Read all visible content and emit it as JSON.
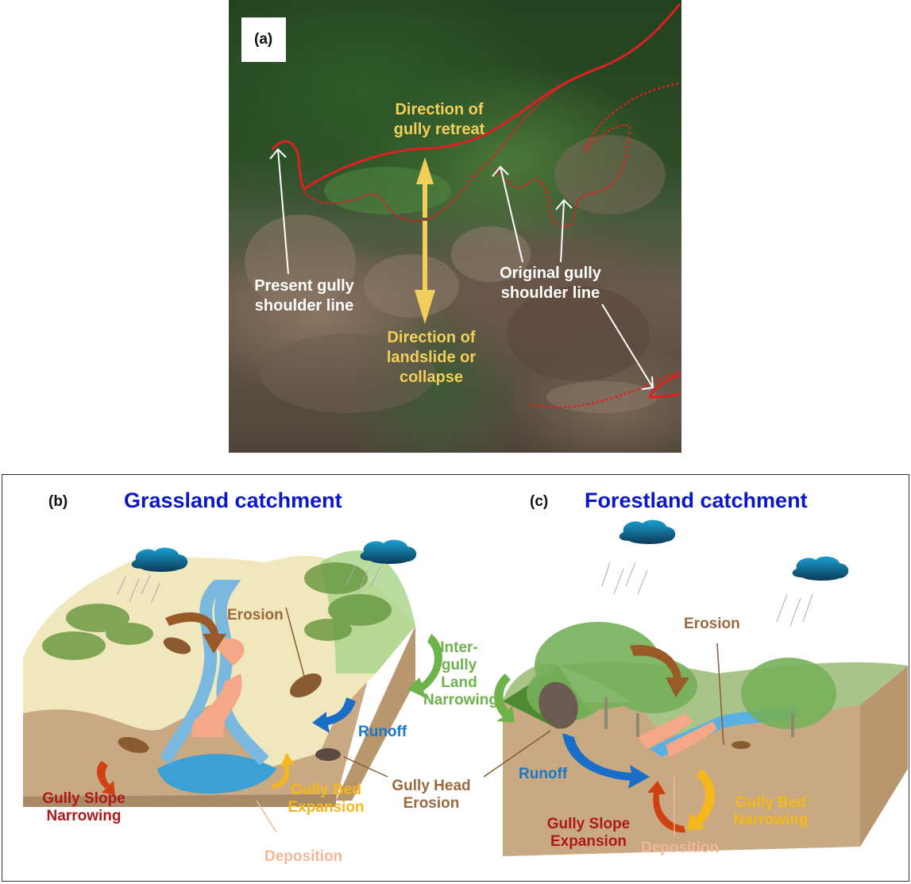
{
  "panel_a": {
    "label": "(a)",
    "annotations": {
      "gully_retreat": [
        "Direction of",
        "gully retreat"
      ],
      "landslide": [
        "Direction of",
        "landslide or",
        "collapse"
      ],
      "present_shoulder": [
        "Present gully",
        "shoulder line"
      ],
      "original_shoulder": [
        "Original gully",
        "shoulder line"
      ]
    },
    "colors": {
      "shoulder_line": "#e02020",
      "arrow": "#f2cf5b",
      "pointer": "#ffffff"
    }
  },
  "panel_b": {
    "label": "(b)",
    "title": "Grassland catchment",
    "labels": {
      "erosion": "Erosion",
      "inter_gully": [
        "Inter-gully",
        "Land",
        "Narrowing"
      ],
      "runoff": "Runoff",
      "gully_head": [
        "Gully Head",
        "Erosion"
      ],
      "gully_slope": [
        "Gully Slope",
        "Narrowing"
      ],
      "gully_bed": [
        "Gully Bed",
        "Expansion"
      ],
      "deposition": "Deposition"
    }
  },
  "panel_c": {
    "label": "(c)",
    "title": "Forestland catchment",
    "labels": {
      "erosion": "Erosion",
      "runoff": "Runoff",
      "gully_slope": [
        "Gully Slope",
        "Expansion"
      ],
      "gully_bed": [
        "Gully Bed",
        "Narrowing"
      ],
      "deposition": "Deposition"
    }
  },
  "colors": {
    "title": "#0a18c8",
    "erosion": "#9a6a3e",
    "inter_gully": "#6db24a",
    "runoff": "#1a78c8",
    "gully_slope": "#b01818",
    "gully_bed": "#f4b81c",
    "deposition": "#f0b898"
  }
}
